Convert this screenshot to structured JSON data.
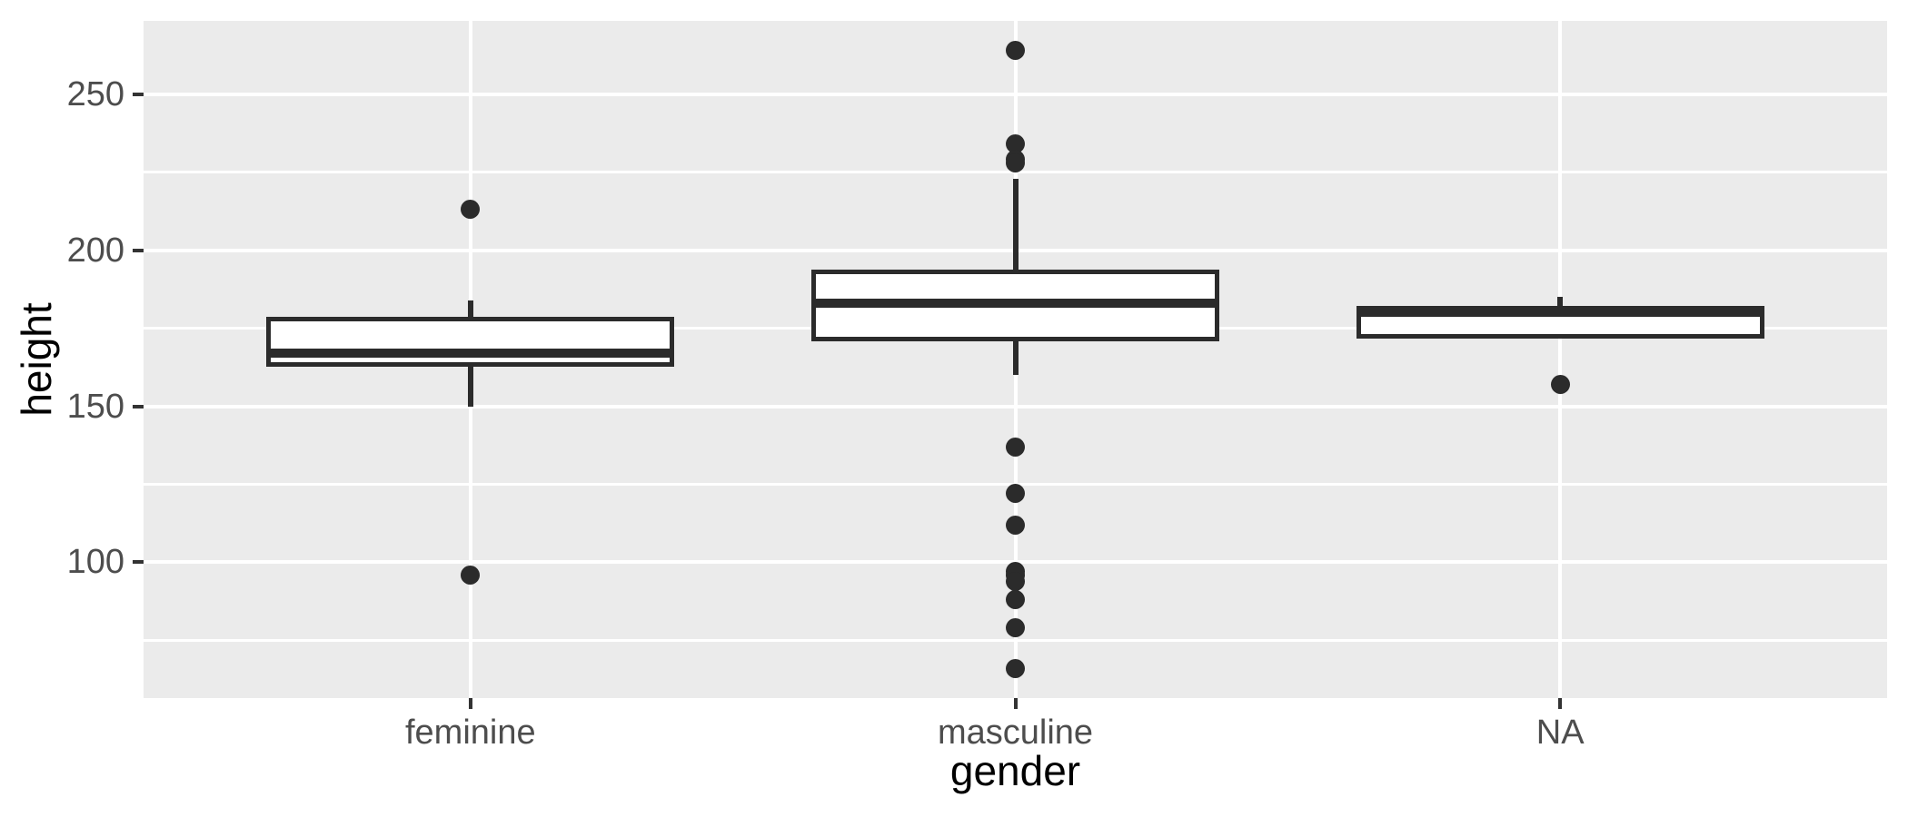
{
  "chart_data": {
    "type": "boxplot",
    "title": "",
    "xlabel": "gender",
    "ylabel": "height",
    "categories": [
      "feminine",
      "masculine",
      "NA"
    ],
    "y_axis": {
      "ticks": [
        100,
        150,
        200,
        250
      ],
      "minor_ticks": [
        75,
        125,
        175,
        225
      ],
      "range": [
        56.5,
        273.5
      ],
      "grid": "on"
    },
    "x_axis": {
      "grid": "vertical major lines at each category center"
    },
    "legend": "none",
    "series": [
      {
        "category": "feminine",
        "whisker_low": 150,
        "q1": 163.5,
        "median": 167,
        "q3": 178,
        "whisker_high": 184,
        "outliers": [
          213,
          96
        ]
      },
      {
        "category": "masculine",
        "whisker_low": 160,
        "q1": 171.5,
        "median": 183,
        "q3": 193,
        "whisker_high": 223,
        "outliers": [
          264,
          234,
          229,
          228,
          137,
          122,
          112,
          97,
          96,
          94,
          88,
          79,
          66
        ]
      },
      {
        "category": "NA",
        "whisker_low": null,
        "q1": 172.5,
        "median": 180,
        "q3": 181.5,
        "whisker_high": 185,
        "outliers": [
          157
        ]
      }
    ],
    "style": {
      "panel_background": "#EBEBEB",
      "gridline_color": "#FFFFFF",
      "box_outline_color": "#2B2B2B",
      "box_fill_color": "#FFFFFF",
      "outlier_color": "#2B2B2B",
      "tick_mark_color": "#333333",
      "tick_label_color": "#4D4D4D",
      "axis_title_color": "#000000",
      "figure_background": "#FFFFFF"
    }
  }
}
